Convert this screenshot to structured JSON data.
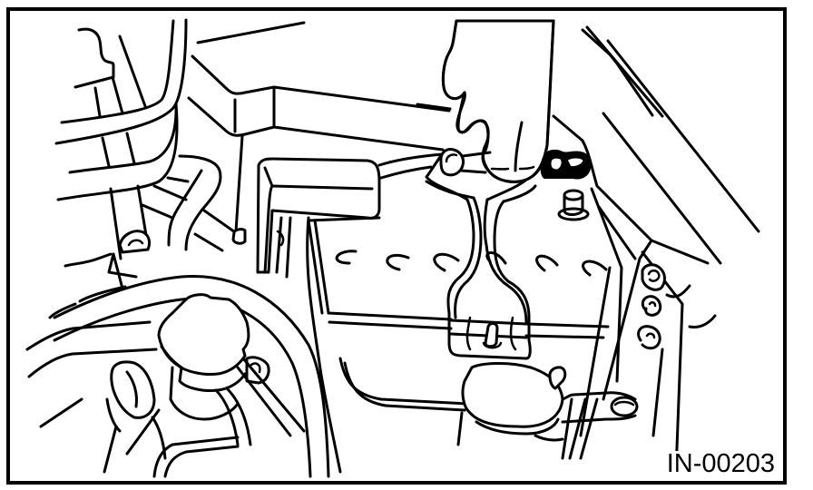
{
  "figure": {
    "label": "IN-00203",
    "subject": "hand disconnecting battery terminal in engine compartment",
    "style": "black line-art technical illustration on white",
    "colors": {
      "line": "#000000",
      "background": "#ffffff"
    },
    "components": [
      {
        "name": "hand",
        "icon": "hand-icon"
      },
      {
        "name": "battery",
        "icon": "battery-icon"
      },
      {
        "name": "battery-terminal-clamp",
        "icon": "terminal-clamp-icon"
      },
      {
        "name": "battery-positive-post",
        "icon": "battery-post-icon"
      },
      {
        "name": "reservoir-cap",
        "icon": "reservoir-cap-icon"
      },
      {
        "name": "hoses",
        "icon": "hose-icon"
      },
      {
        "name": "bracket-with-bolts",
        "icon": "bracket-icon"
      },
      {
        "name": "terminal-cover",
        "icon": "terminal-cover-icon"
      }
    ]
  }
}
